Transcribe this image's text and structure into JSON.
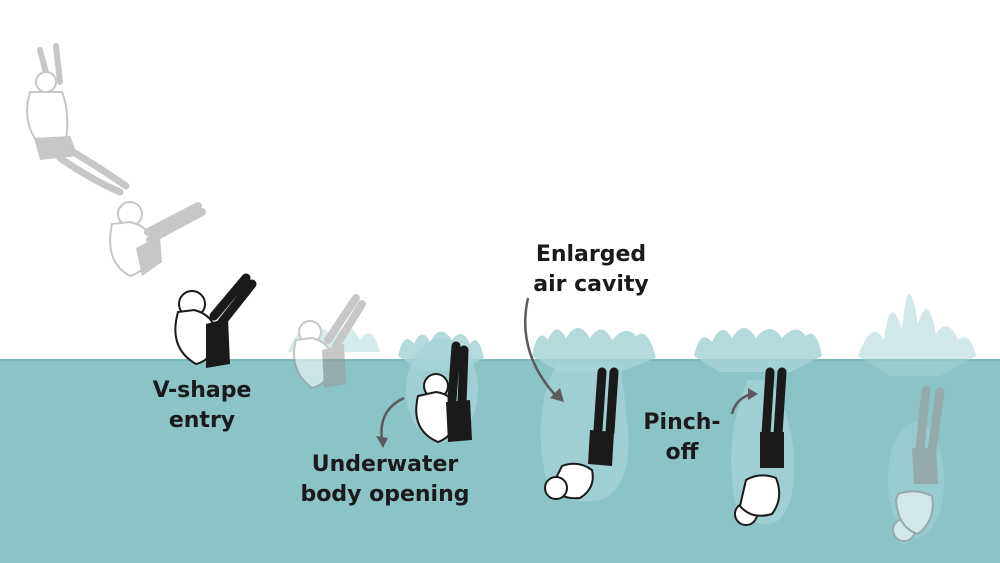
{
  "colors": {
    "water": "#8cc4c6",
    "water_line": "#7ab6b8",
    "splash": "#a7d3d5",
    "skin": "#ffffff",
    "outline": "#1a1a1a",
    "shorts": "#1a1a1a",
    "faded": "#9a9a9a",
    "arrow": "#5a5a5a"
  },
  "labels": {
    "v_entry": [
      "V-shape",
      "entry"
    ],
    "underwater_opening": [
      "Underwater",
      "body opening"
    ],
    "enlarged_cavity": [
      "Enlarged",
      "air cavity"
    ],
    "pinch_off": [
      "Pinch-",
      "off"
    ]
  }
}
